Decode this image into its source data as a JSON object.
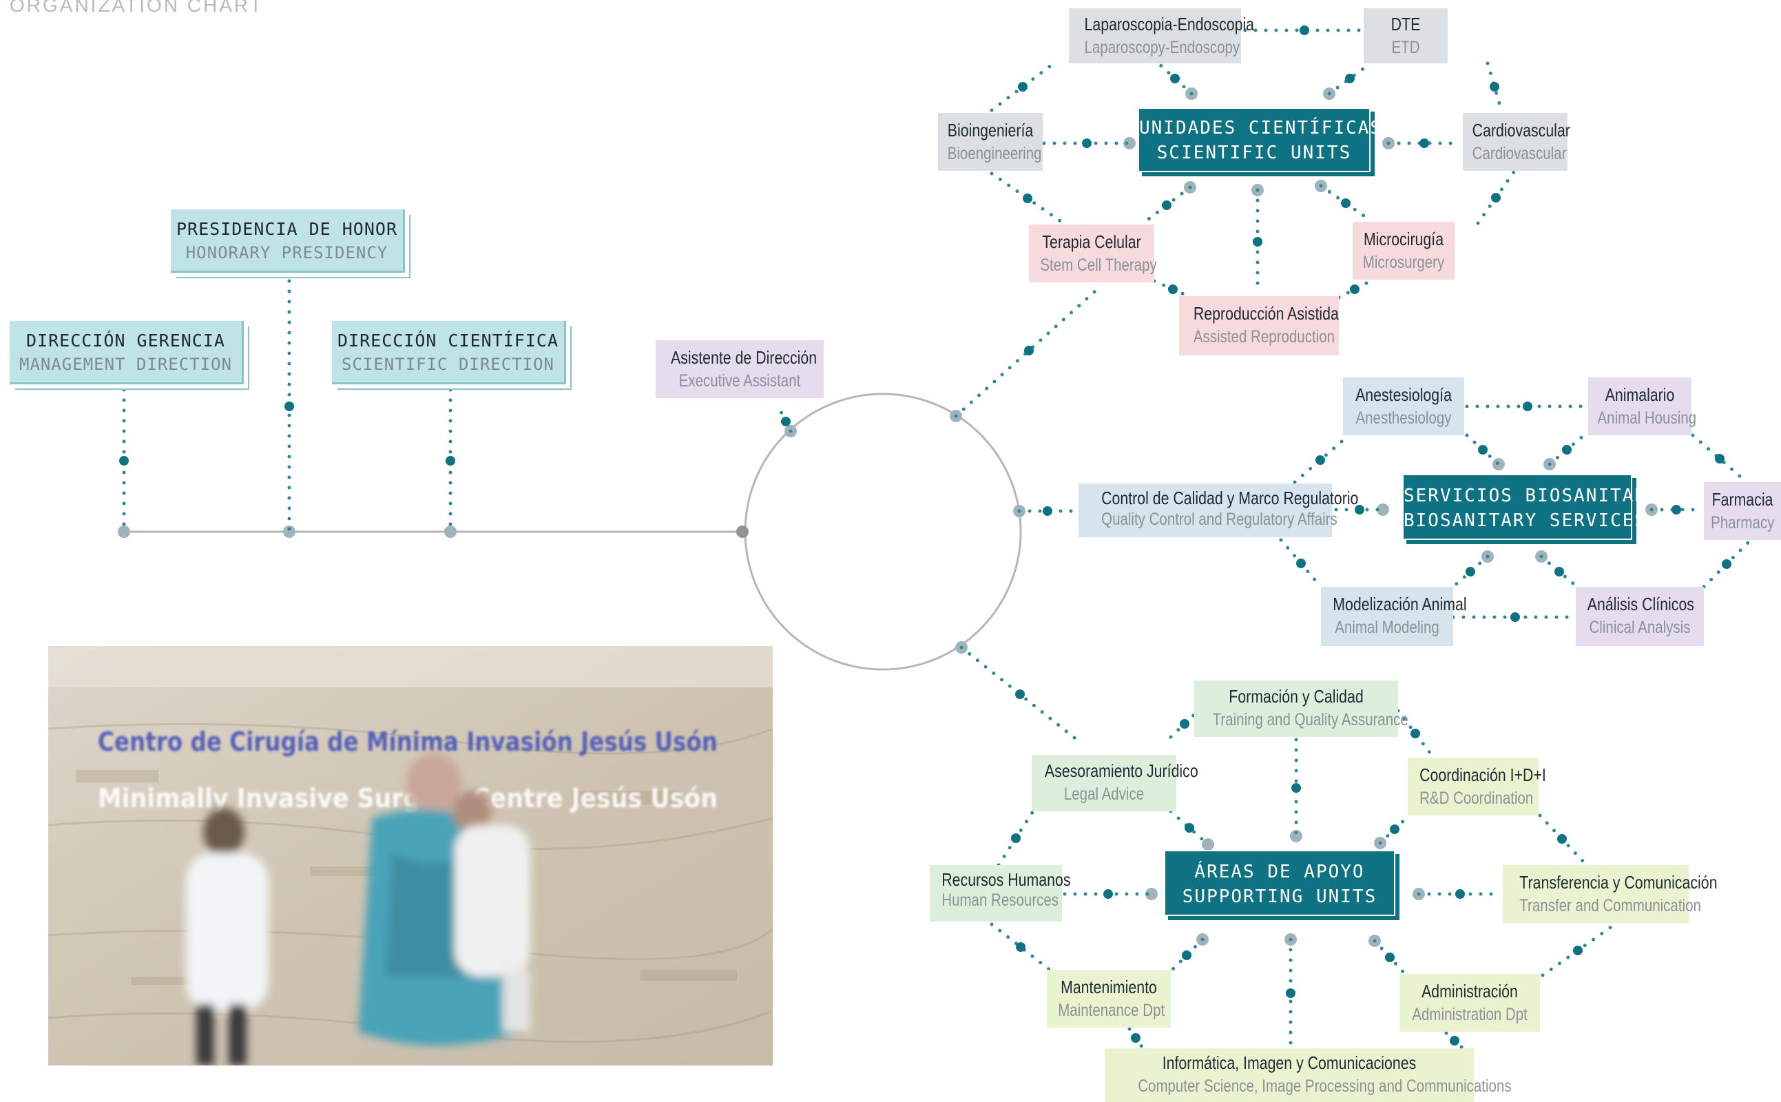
{
  "caption": "ORGANIZATION CHART",
  "colors": {
    "teal_dark": "#0f7283",
    "teal_light": "#bfe3e6",
    "line_grey": "#b6b6b6",
    "dot_grey": "#9fb3ba",
    "dot_teal": "#0f7283",
    "scientific_grey": "#dde0e3",
    "scientific_pink": "#f7dadd",
    "biosanitary_lilac": "#e5dcee",
    "biosanitary_blue": "#d6e4ee",
    "support_green": "#dcefdc",
    "support_lime": "#eaf3d0"
  },
  "left": {
    "honorary": {
      "es": "PRESIDENCIA DE HONOR",
      "en": "HONORARY PRESIDENCY"
    },
    "management": {
      "es": "DIRECCIÓN GERENCIA",
      "en": "MANAGEMENT DIRECTION"
    },
    "scientific_direction": {
      "es": "DIRECCIÓN CIENTÍFICA",
      "en": "SCIENTIFIC DIRECTION"
    }
  },
  "assistant": {
    "es": "Asistente de Dirección",
    "en": "Executive Assistant"
  },
  "scientific_units": {
    "hub": {
      "es": "UNIDADES CIENTÍFICAS",
      "en": "SCIENTIFIC UNITS"
    },
    "laparoscopy": {
      "es": "Laparoscopia-Endoscopia",
      "en": "Laparoscopy-Endoscopy"
    },
    "dte": {
      "es": "DTE",
      "en": "ETD"
    },
    "bioengineering": {
      "es": "Bioingeniería",
      "en": "Bioengineering"
    },
    "cardiovascular": {
      "es": "Cardiovascular",
      "en": "Cardiovascular"
    },
    "stem_cell": {
      "es": "Terapia Celular",
      "en": "Stem Cell Therapy"
    },
    "microsurgery": {
      "es": "Microcirugía",
      "en": "Microsurgery"
    },
    "reproduction": {
      "es": "Reproducción Asistida",
      "en": "Assisted Reproduction"
    }
  },
  "biosanitary": {
    "hub": {
      "es": "SERVICIOS BIOSANITARIOS",
      "en": "BIOSANITARY SERVICES"
    },
    "anesthesiology": {
      "es": "Anestesiología",
      "en": "Anesthesiology"
    },
    "animal_housing": {
      "es": "Animalario",
      "en": "Animal Housing"
    },
    "quality_control": {
      "es": "Control de Calidad y Marco Regulatorio",
      "en": "Quality Control and Regulatory Affairs"
    },
    "pharmacy": {
      "es": "Farmacia",
      "en": "Pharmacy"
    },
    "animal_modeling": {
      "es": "Modelización Animal",
      "en": "Animal Modeling"
    },
    "clinical_analysis": {
      "es": "Análisis Clínicos",
      "en": "Clinical Analysis"
    }
  },
  "supporting": {
    "hub": {
      "es": "ÁREAS DE APOYO",
      "en": "SUPPORTING UNITS"
    },
    "training": {
      "es": "Formación y Calidad",
      "en": "Training and Quality Assurance"
    },
    "legal": {
      "es": "Asesoramiento Jurídico",
      "en": "Legal Advice"
    },
    "rd": {
      "es": "Coordinación I+D+I",
      "en": "R&D Coordination"
    },
    "hr": {
      "es": "Recursos Humanos",
      "en": "Human Resources"
    },
    "transfer": {
      "es": "Transferencia y Comunicación",
      "en": "Transfer and Communication"
    },
    "maintenance": {
      "es": "Mantenimiento",
      "en": "Maintenance Dpt"
    },
    "administration": {
      "es": "Administración",
      "en": "Administration Dpt"
    },
    "it": {
      "es": "Informática, Imagen y Comunicaciones",
      "en": "Computer Science, Image Processing and Communications"
    }
  },
  "photo": {
    "sign_es": "Centro de Cirugía de Mínima Invasión Jesús Usón",
    "sign_en": "Minimally Invasive Surgery Centre Jesús Usón"
  }
}
